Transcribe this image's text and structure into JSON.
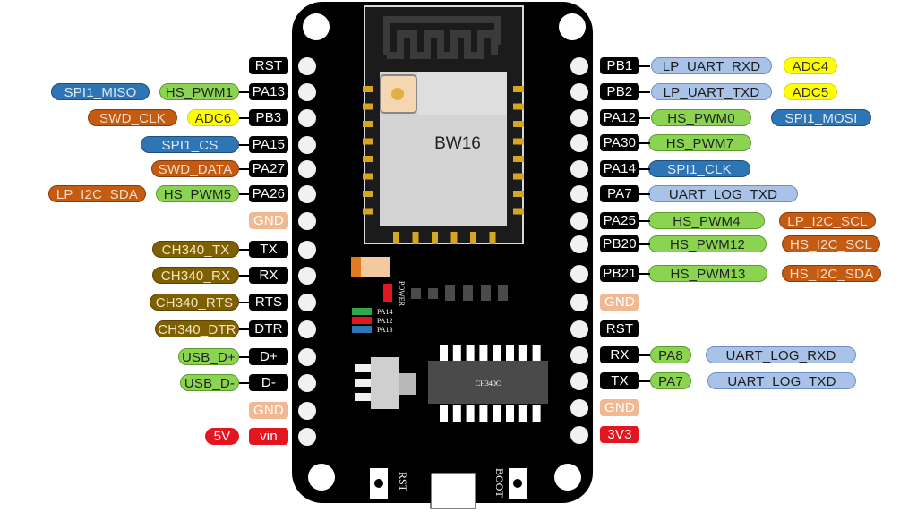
{
  "module_label": "BW16",
  "chip_label": "CH340C",
  "indicators": {
    "power": "POWER",
    "led_pa14": "PA14",
    "led_pa12": "PA12",
    "led_pa13": "PA13"
  },
  "buttons": {
    "rst": "RST",
    "boot": "BOOT"
  },
  "left_pins": [
    {
      "pin": "RST",
      "style": "k"
    },
    {
      "pin": "PA13",
      "style": "k",
      "functions": [
        {
          "text": "HS_PWM1",
          "style": "green"
        },
        {
          "text": "SPI1_MISO",
          "style": "blue"
        }
      ]
    },
    {
      "pin": "PB3",
      "style": "k",
      "functions": [
        {
          "text": "ADC6",
          "style": "yellow"
        },
        {
          "text": "SWD_CLK",
          "style": "orange"
        }
      ]
    },
    {
      "pin": "PA15",
      "style": "k",
      "functions": [
        {
          "text": "SPI1_CS",
          "style": "blue"
        }
      ]
    },
    {
      "pin": "PA27",
      "style": "k",
      "functions": [
        {
          "text": "SWD_DATA",
          "style": "orange"
        }
      ]
    },
    {
      "pin": "PA26",
      "style": "k",
      "functions": [
        {
          "text": "HS_PWM5",
          "style": "green"
        },
        {
          "text": "LP_I2C_SDA",
          "style": "orange"
        }
      ]
    },
    {
      "pin": "GND",
      "style": "gnd"
    },
    {
      "pin": "TX",
      "style": "k",
      "functions": [
        {
          "text": "CH340_TX",
          "style": "olive"
        }
      ]
    },
    {
      "pin": "RX",
      "style": "k",
      "functions": [
        {
          "text": "CH340_RX",
          "style": "olive"
        }
      ]
    },
    {
      "pin": "RTS",
      "style": "k",
      "functions": [
        {
          "text": "CH340_RTS",
          "style": "olive"
        }
      ]
    },
    {
      "pin": "DTR",
      "style": "k",
      "functions": [
        {
          "text": "CH340_DTR",
          "style": "olive"
        }
      ]
    },
    {
      "pin": "D+",
      "style": "k",
      "functions": [
        {
          "text": "USB_D+",
          "style": "green"
        }
      ]
    },
    {
      "pin": "D-",
      "style": "k",
      "functions": [
        {
          "text": "USB_D-",
          "style": "green"
        }
      ]
    },
    {
      "pin": "GND",
      "style": "gnd"
    },
    {
      "pin": "vin",
      "style": "red",
      "functions": [
        {
          "text": "5V",
          "style": "red"
        }
      ]
    }
  ],
  "right_pins": [
    {
      "pin": "PB1",
      "style": "k",
      "functions": [
        {
          "text": "LP_UART_RXD",
          "style": "lblue"
        },
        {
          "text": "ADC4",
          "style": "yellow"
        }
      ]
    },
    {
      "pin": "PB2",
      "style": "k",
      "functions": [
        {
          "text": "LP_UART_TXD",
          "style": "lblue"
        },
        {
          "text": "ADC5",
          "style": "yellow"
        }
      ]
    },
    {
      "pin": "PA12",
      "style": "k",
      "functions": [
        {
          "text": "HS_PWM0",
          "style": "green"
        },
        {
          "text": "SPI1_MOSI",
          "style": "blue"
        }
      ]
    },
    {
      "pin": "PA30",
      "style": "k",
      "functions": [
        {
          "text": "HS_PWM7",
          "style": "green"
        }
      ]
    },
    {
      "pin": "PA14",
      "style": "k",
      "functions": [
        {
          "text": "SPI1_CLK",
          "style": "blue"
        }
      ]
    },
    {
      "pin": "PA7",
      "style": "k",
      "functions": [
        {
          "text": "UART_LOG_TXD",
          "style": "lblue"
        }
      ]
    },
    {
      "pin": "PA25",
      "style": "k",
      "functions": [
        {
          "text": "HS_PWM4",
          "style": "green"
        },
        {
          "text": "LP_I2C_SCL",
          "style": "orange"
        }
      ]
    },
    {
      "pin": "PB20",
      "style": "k",
      "functions": [
        {
          "text": "HS_PWM12",
          "style": "green"
        },
        {
          "text": "HS_I2C_SCL",
          "style": "orange"
        }
      ]
    },
    {
      "pin": "PB21",
      "style": "k",
      "functions": [
        {
          "text": "HS_PWM13",
          "style": "green"
        },
        {
          "text": "HS_I2C_SDA",
          "style": "orange"
        }
      ]
    },
    {
      "pin": "GND",
      "style": "gnd"
    },
    {
      "pin": "RST",
      "style": "k"
    },
    {
      "pin": "RX",
      "style": "k",
      "functions": [
        {
          "text": "PA8",
          "style": "green"
        },
        {
          "text": "UART_LOG_RXD",
          "style": "lblue"
        }
      ]
    },
    {
      "pin": "TX",
      "style": "k",
      "functions": [
        {
          "text": "PA7",
          "style": "green"
        },
        {
          "text": "UART_LOG_TXD",
          "style": "lblue"
        }
      ]
    },
    {
      "pin": "GND",
      "style": "gnd"
    },
    {
      "pin": "3V3",
      "style": "red"
    }
  ]
}
